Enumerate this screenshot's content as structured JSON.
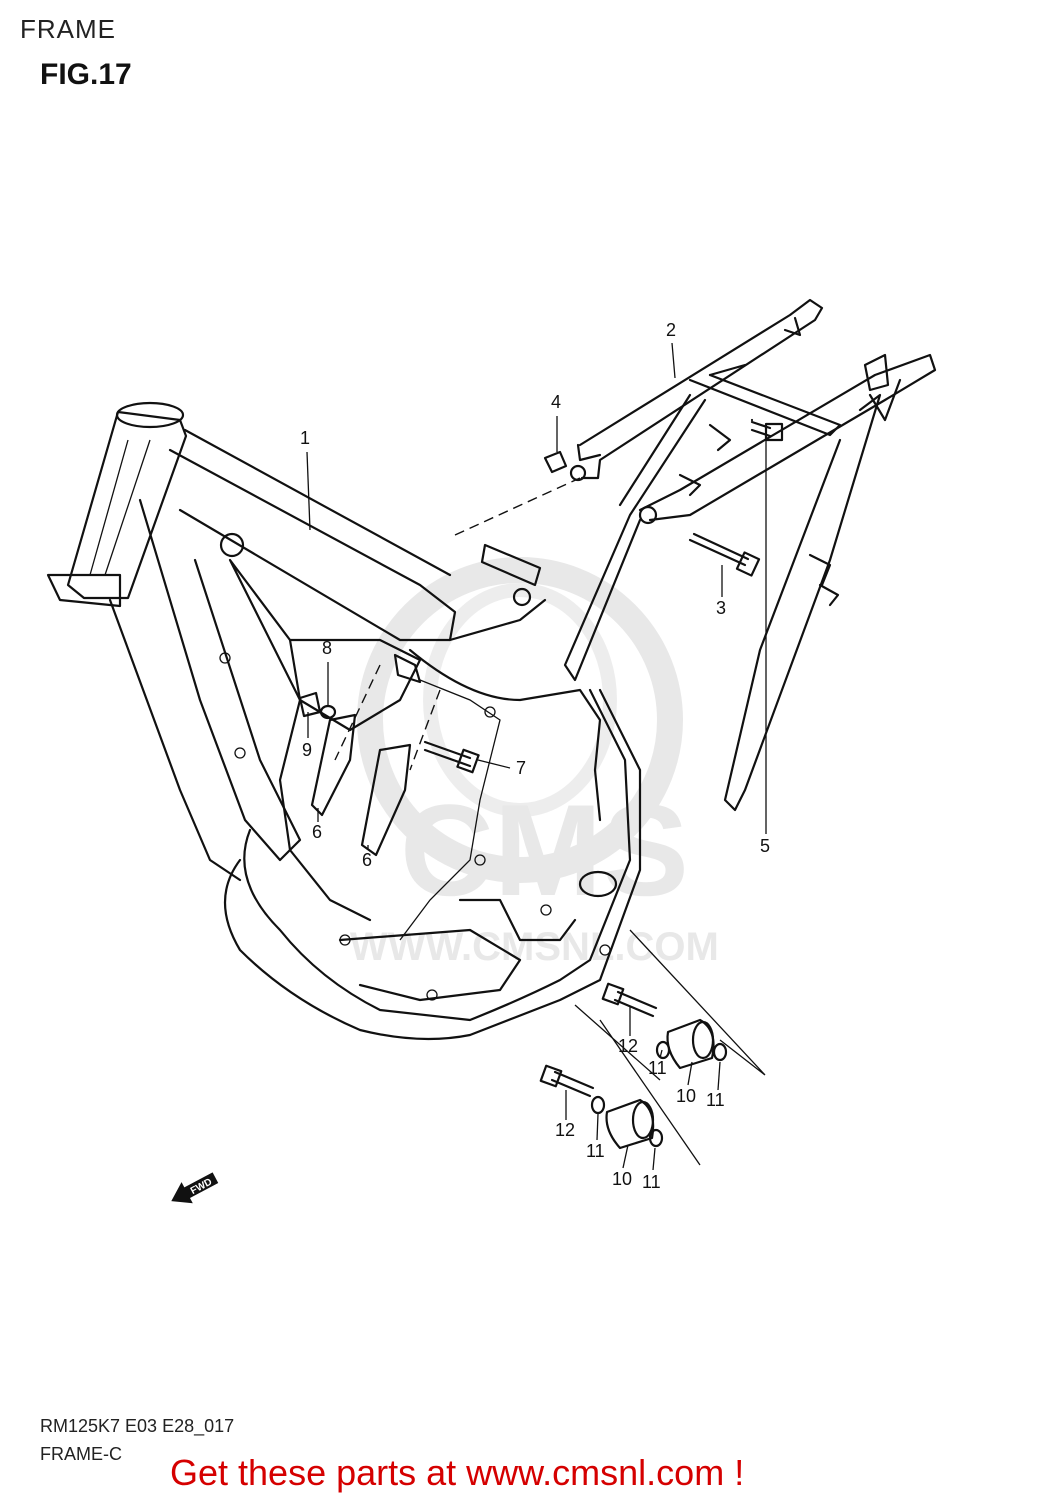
{
  "header": {
    "section": "FRAME",
    "figure": "FIG.17"
  },
  "watermark": {
    "brand": "CMS",
    "url": "WWW.CMSNL.COM",
    "color": "#e3e3e3"
  },
  "arrow": {
    "label": "FWD"
  },
  "callouts": [
    "1",
    "2",
    "3",
    "4",
    "5",
    "6",
    "6",
    "7",
    "8",
    "9",
    "10",
    "10",
    "11",
    "11",
    "11",
    "11",
    "12",
    "12"
  ],
  "footer": {
    "model_code": "RM125K7 E03 E28_017",
    "frame_code": "FRAME-C",
    "promo": "Get these parts at www.cmsnl.com !",
    "promo_color": "#d50000"
  }
}
